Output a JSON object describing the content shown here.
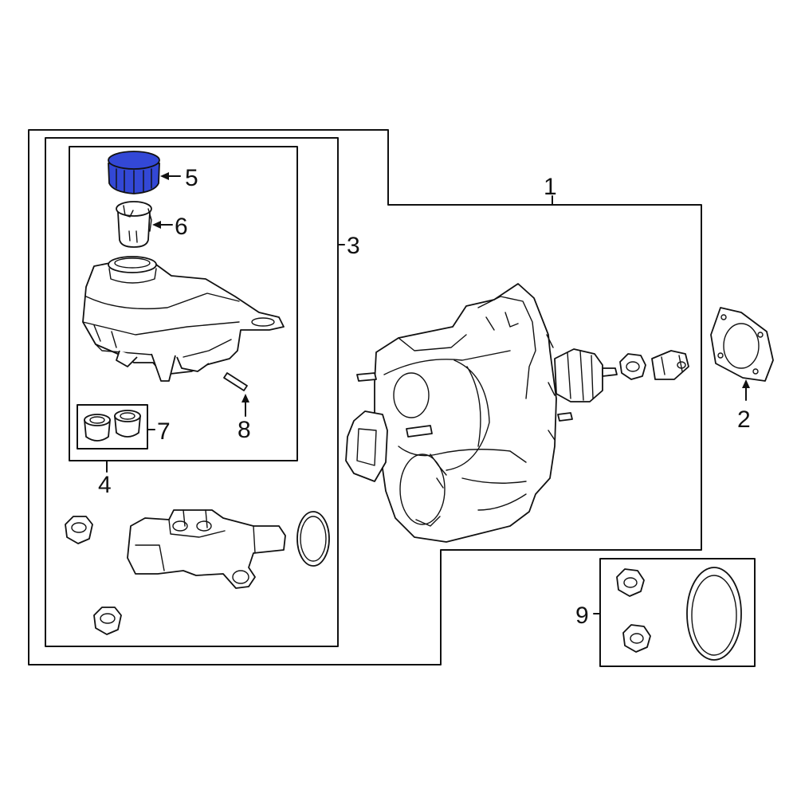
{
  "callouts": {
    "c1": "1",
    "c2": "2",
    "c3": "3",
    "c4": "4",
    "c5": "5",
    "c6": "6",
    "c7": "7",
    "c8": "8",
    "c9": "9"
  },
  "highlight_color": "#3348d6",
  "line_color": "#111111",
  "background_color": "#ffffff"
}
